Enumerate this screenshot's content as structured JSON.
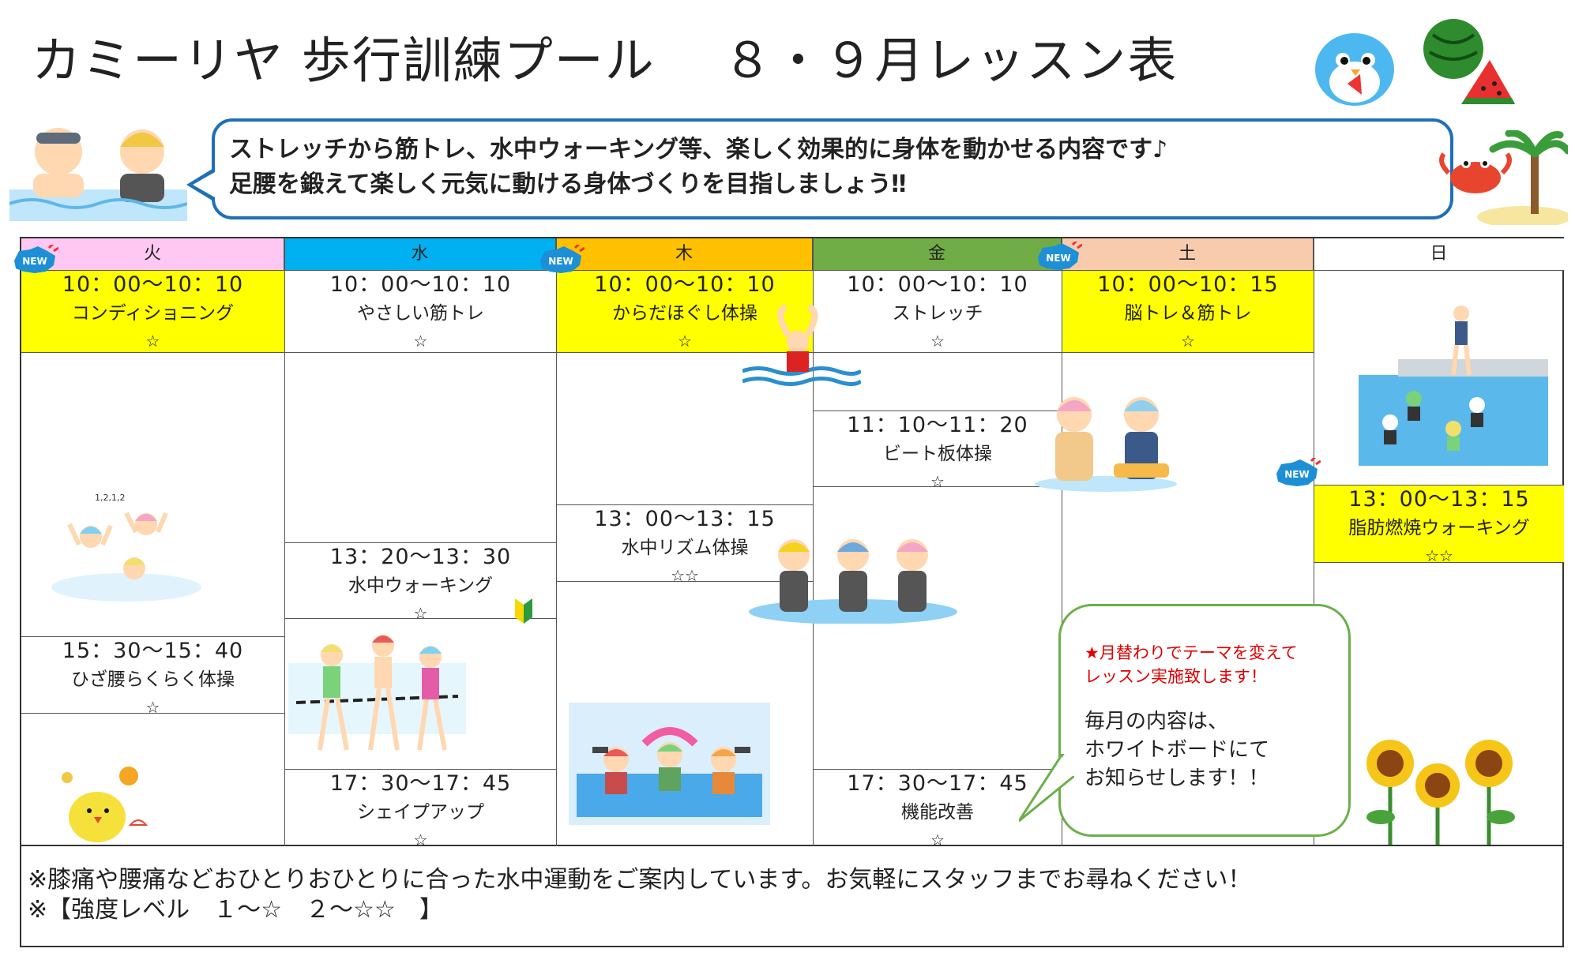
{
  "title": "カミーリヤ 歩行訓練プール　 ８・９月レッスン表",
  "intro": {
    "line1": "ストレッチから筋トレ、水中ウォーキング等、楽しく効果的に身体を動かせる内容です♪",
    "line2": "足腰を鍛えて楽しく元気に動ける身体づくりを目指しましょう‼"
  },
  "days": [
    "火",
    "水",
    "木",
    "金",
    "土",
    "日"
  ],
  "day_colors": [
    "#ffc8f2",
    "#00b0f0",
    "#ffc000",
    "#70ad47",
    "#f8cbad",
    "#ffffff"
  ],
  "highlight_color": "#ffff00",
  "badge_text": "NEW",
  "lessons": {
    "tue_1": {
      "time": "10：00〜10：10",
      "name": "コンディショニング",
      "stars": "☆"
    },
    "tue_2": {
      "time": "15：30〜15：40",
      "name": "ひざ腰らくらく体操",
      "stars": "☆"
    },
    "wed_1": {
      "time": "10：00〜10：10",
      "name": "やさしい筋トレ",
      "stars": "☆"
    },
    "wed_2": {
      "time": "13：20〜13：30",
      "name": "水中ウォーキング",
      "stars": "☆"
    },
    "wed_3": {
      "time": "17：30〜17：45",
      "name": "シェイプアップ",
      "stars": "☆"
    },
    "thu_1": {
      "time": "10：00〜10：10",
      "name": "からだほぐし体操",
      "stars": "☆"
    },
    "thu_2": {
      "time": "13：00〜13：15",
      "name": "水中リズム体操",
      "stars": "☆☆"
    },
    "fri_1": {
      "time": "10：00〜10：10",
      "name": "ストレッチ",
      "stars": "☆"
    },
    "fri_2": {
      "time": "11：10〜11：20",
      "name": "ビート板体操",
      "stars": "☆"
    },
    "fri_3": {
      "time": "17：30〜17：45",
      "name": "機能改善",
      "stars": "☆"
    },
    "sat_1": {
      "time": "10：00〜10：15",
      "name": "脳トレ＆筋トレ",
      "stars": "☆"
    },
    "sun_1": {
      "time": "13：00〜13：15",
      "name": "脂肪燃焼ウォーキング",
      "stars": "☆☆"
    }
  },
  "note": {
    "red_line1": "★月替わりでテーマを変えて",
    "red_line2": "レッスン実施致します！",
    "line1": "毎月の内容は、",
    "line2": "ホワイトボードにて",
    "line3": "お知らせします！！"
  },
  "footer": {
    "line1": "※膝痛や腰痛などおひとりおひとりに合った水中運動をご案内しています。お気軽にスタッフまでお尋ねください！",
    "line2": "※【強度レベル　１〜☆　２〜☆☆　】"
  },
  "icons": [
    "penguin-icon",
    "watermelon-icon",
    "swimmers-icon",
    "crab-palm-icon",
    "sunflower-icon",
    "chick-icon",
    "beginner-mark-icon"
  ]
}
